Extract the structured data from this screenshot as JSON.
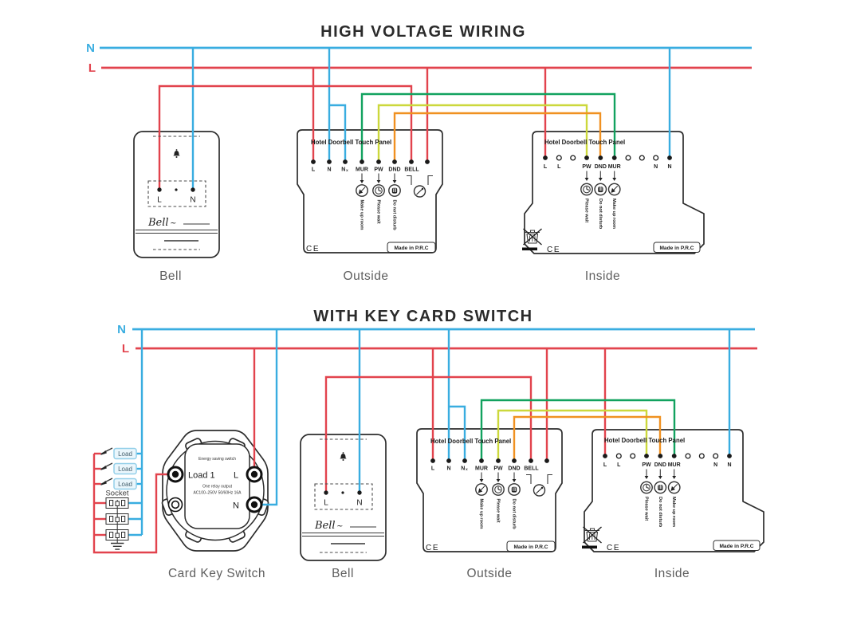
{
  "colors": {
    "neutral_wire": "#39ade0",
    "live_wire": "#e2434d",
    "mur_wire": "#12a25f",
    "pw_wire": "#ccd83c",
    "dnd_wire": "#f09121",
    "device_outline": "#2d2d2d",
    "caption_text": "#5e5e5e",
    "title_text": "#2b2b2b",
    "load_box_border": "#93cfe9",
    "load_box_fill": "#eaf6fc"
  },
  "sections": [
    {
      "title": "HIGH VOLTAGE WIRING",
      "neutral_label": "N",
      "live_label": "L",
      "captions": {
        "bell": "Bell",
        "outside": "Outside",
        "inside": "Inside"
      }
    },
    {
      "title": "WITH KEY CARD SWITCH",
      "neutral_label": "N",
      "live_label": "L",
      "captions": {
        "card": "Card Key Switch",
        "bell": "Bell",
        "outside": "Outside",
        "inside": "Inside"
      }
    }
  ],
  "bell_device": {
    "brand": "Bell",
    "tilde": "~",
    "l": "L",
    "n": "N"
  },
  "outside_panel": {
    "title": "Hotel Doorbell Touch Panel",
    "t_l": "L",
    "t_n": "N",
    "t_nx": "N",
    "t_nx_sub": "x",
    "t_mur": "MUR",
    "t_pw": "PW",
    "t_dnd": "DND",
    "t_bell": "BELL",
    "lbl_mur": "Make up room",
    "lbl_pw": "Please wait",
    "lbl_dnd": "Do not disturb",
    "ce": "CE",
    "made_in": "Made in P.R.C"
  },
  "inside_panel": {
    "title": "Hotel Doorbell Touch Panel",
    "t_l1": "L",
    "t_l2": "L",
    "t_pw": "PW",
    "t_dnd": "DND",
    "t_mur": "MUR",
    "t_n1": "N",
    "t_n2": "N",
    "lbl_pw": "Please wait",
    "lbl_dnd": "Do not disturb",
    "lbl_mur": "Make up room",
    "ce": "CE",
    "made_in": "Made in P.R.C"
  },
  "card_key_switch": {
    "header": "Energy saving switch",
    "load": "Load 1",
    "l": "L",
    "n": "N",
    "relay1": "One relay output",
    "relay2": "AC100–250V 50/60Hz 16A"
  },
  "load_cluster": {
    "load": "Load",
    "socket": "Socket"
  }
}
